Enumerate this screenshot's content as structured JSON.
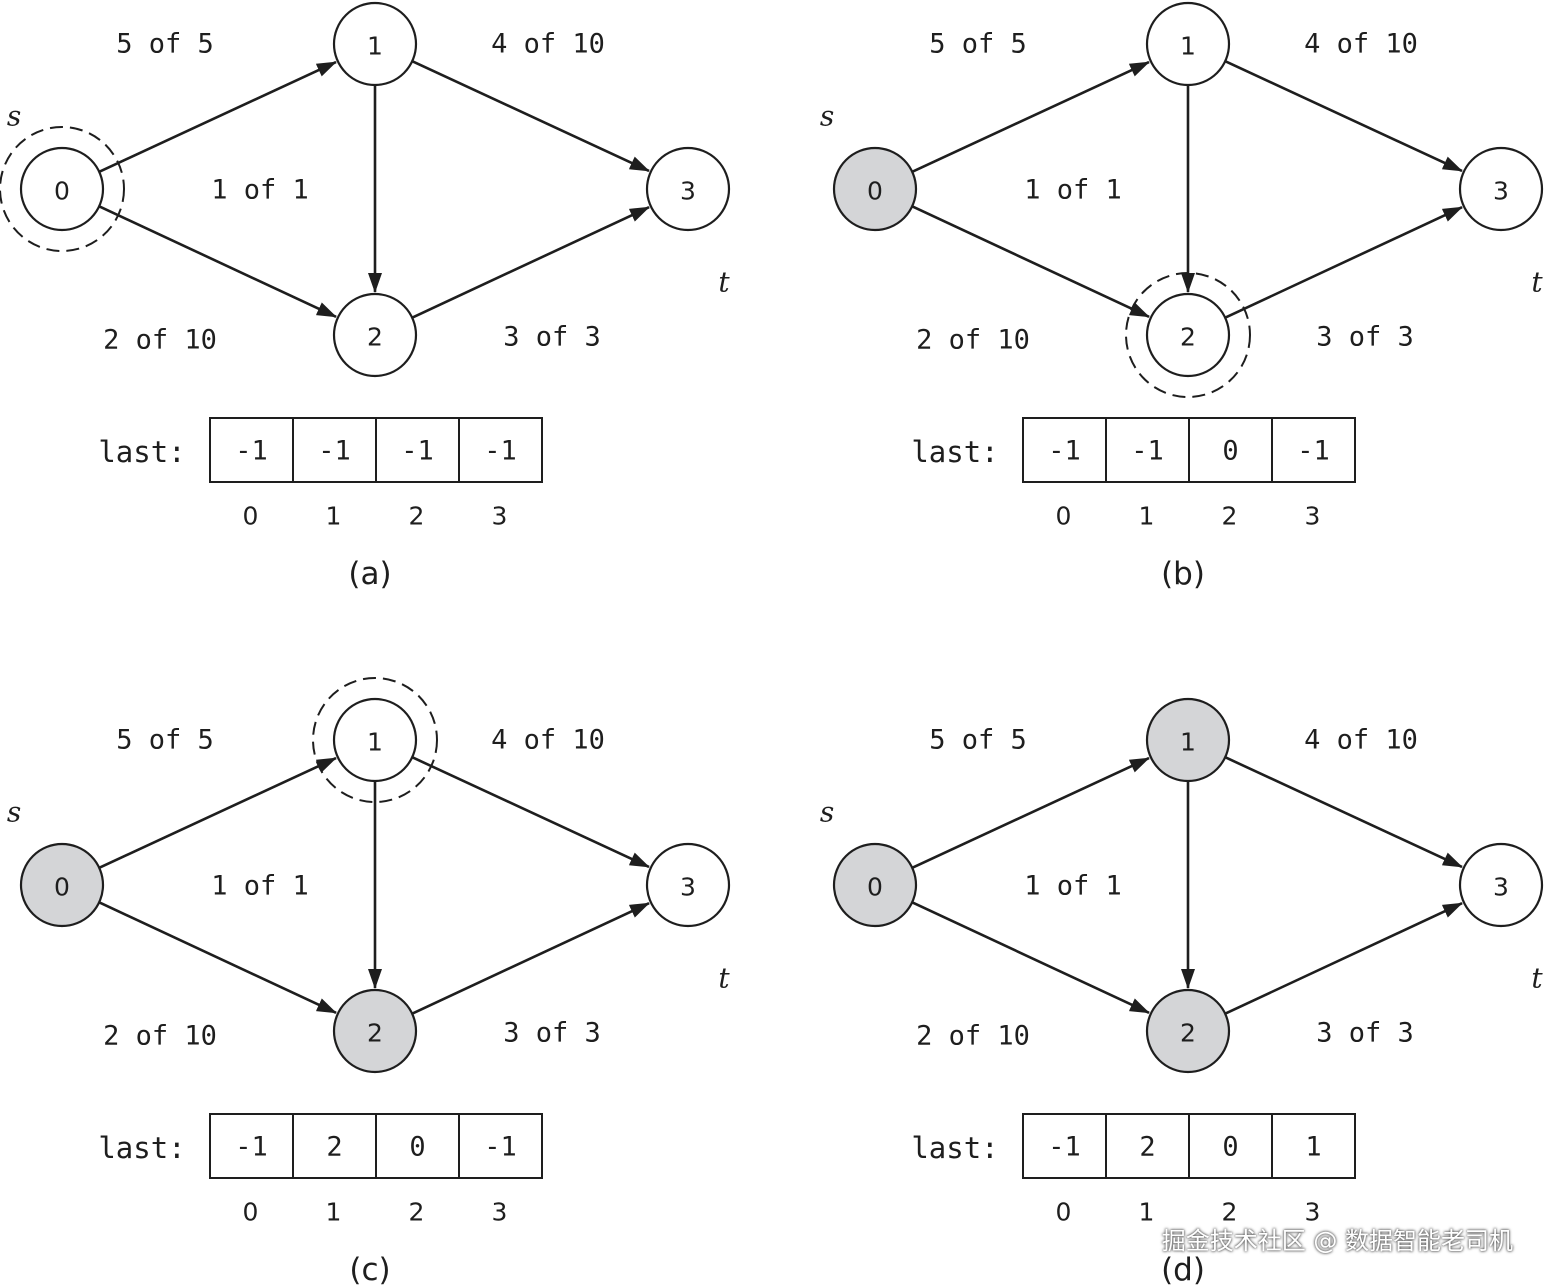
{
  "colors": {
    "stroke": "#1e1e1e",
    "visited_fill": "#d4d5d7",
    "unvisited_fill": "#ffffff"
  },
  "graph": {
    "source_label": "s",
    "sink_label": "t",
    "nodes": [
      "0",
      "1",
      "2",
      "3"
    ],
    "edges": [
      {
        "from": 0,
        "to": 1,
        "label": "5 of 5"
      },
      {
        "from": 0,
        "to": 2,
        "label": "2 of 10"
      },
      {
        "from": 1,
        "to": 2,
        "label": "1 of 1"
      },
      {
        "from": 1,
        "to": 3,
        "label": "4 of 10"
      },
      {
        "from": 2,
        "to": 3,
        "label": "3 of 3"
      }
    ]
  },
  "array_label": "last:",
  "array_indices": [
    "0",
    "1",
    "2",
    "3"
  ],
  "panels": [
    {
      "caption": "(a)",
      "visited": [
        false,
        false,
        false,
        false
      ],
      "current": 0,
      "last": [
        "-1",
        "-1",
        "-1",
        "-1"
      ]
    },
    {
      "caption": "(b)",
      "visited": [
        true,
        false,
        false,
        false
      ],
      "current": 2,
      "last": [
        "-1",
        "-1",
        "0",
        "-1"
      ]
    },
    {
      "caption": "(c)",
      "visited": [
        true,
        false,
        true,
        false
      ],
      "current": 1,
      "last": [
        "-1",
        "2",
        "0",
        "-1"
      ]
    },
    {
      "caption": "(d)",
      "visited": [
        true,
        true,
        true,
        false
      ],
      "current": null,
      "last": [
        "-1",
        "2",
        "0",
        "1"
      ]
    }
  ],
  "watermark": "掘金技术社区 @ 数据智能老司机"
}
